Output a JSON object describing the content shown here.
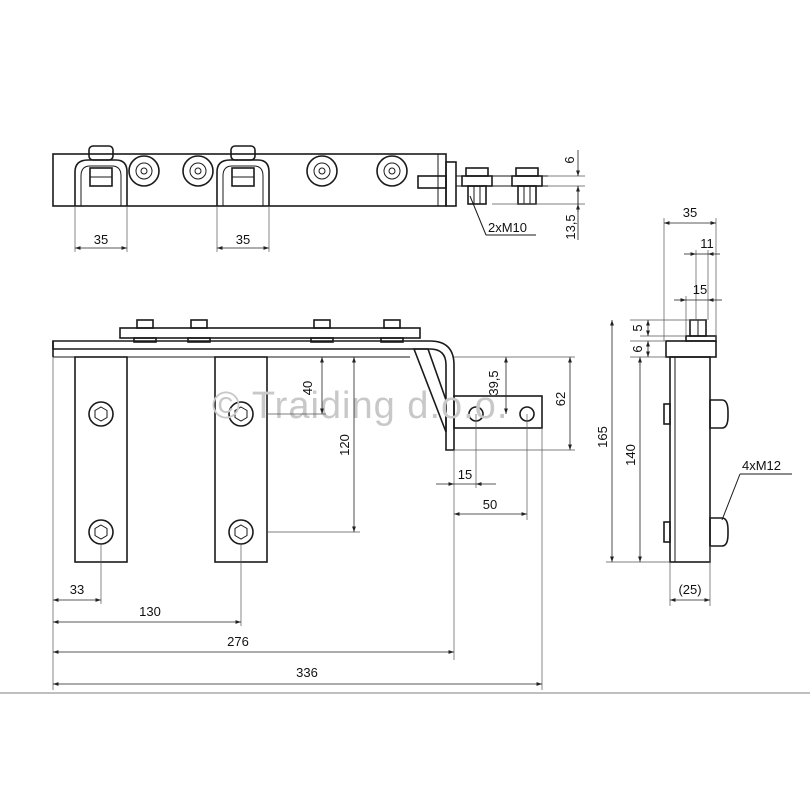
{
  "watermark": "© Traiding d.o.o.",
  "top_view": {
    "dims": {
      "a": "35",
      "b": "35",
      "thickness": "6",
      "offset": "13,5",
      "bolts": "2xM10"
    }
  },
  "front_view": {
    "dims": {
      "h40": "40",
      "h120": "120",
      "h39_5": "39,5",
      "h62": "62",
      "w15": "15",
      "w50": "50",
      "w33": "33",
      "w130": "130",
      "w276": "276",
      "w336": "336"
    }
  },
  "side_view": {
    "dims": {
      "w35": "35",
      "w11": "11",
      "w15": "15",
      "h5": "5",
      "h6": "6",
      "h165": "165",
      "h140": "140",
      "bolts": "4xM12",
      "w25": "(25)"
    }
  }
}
